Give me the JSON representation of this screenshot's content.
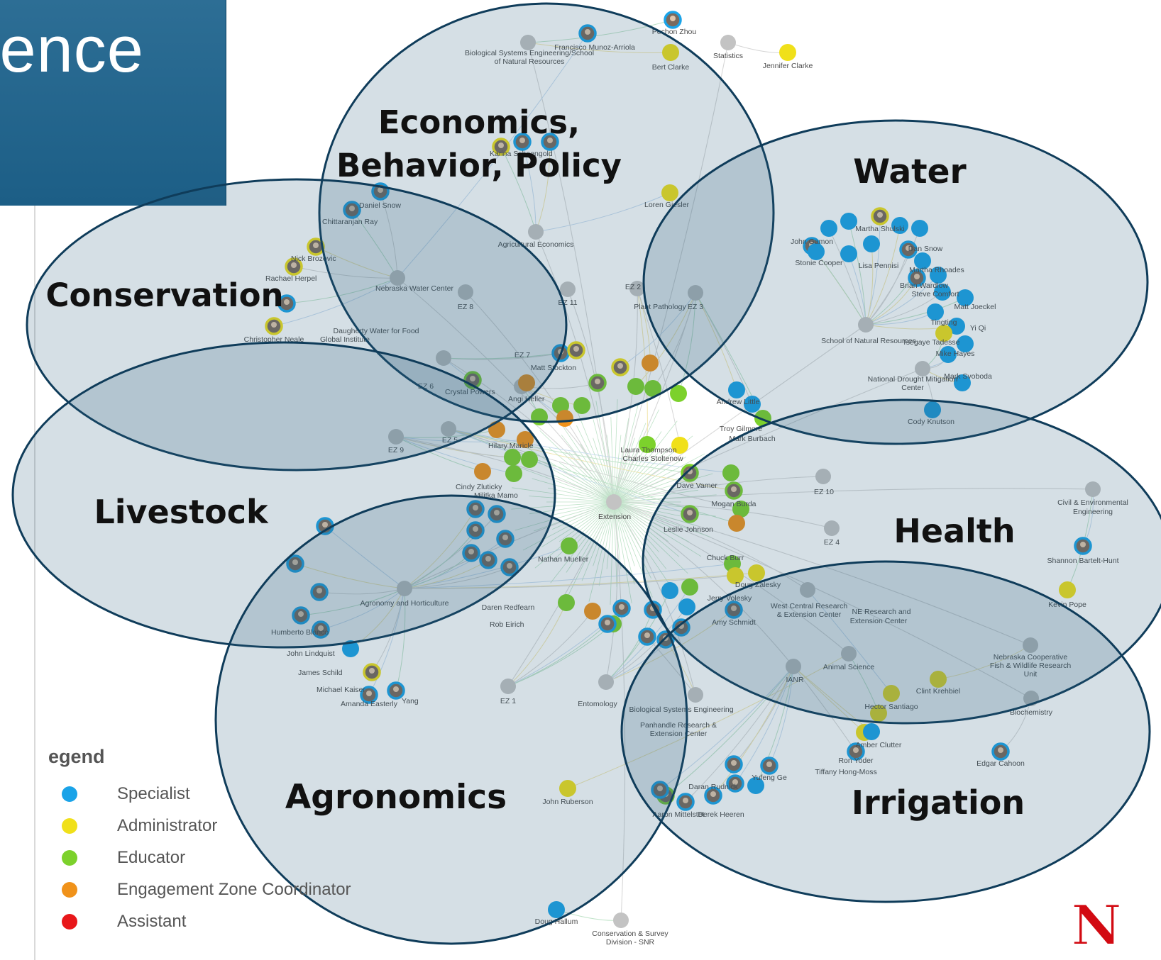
{
  "header": {
    "title": "ience"
  },
  "colors": {
    "specialist": "#1aa3e8",
    "administrator": "#f0e01a",
    "educator": "#7cd12c",
    "coordinator": "#f0921a",
    "assistant": "#e8171a",
    "hub": "#c3c3c3",
    "circle_fill": "#2c5f7f",
    "circle_stroke": "#0f3c5a",
    "banner": "#1c5e86",
    "logo_red": "#d20a12"
  },
  "clusters": [
    {
      "id": "economics",
      "lines": [
        "Economics,",
        "Behavior, Policy"
      ]
    },
    {
      "id": "water",
      "lines": [
        "Water"
      ]
    },
    {
      "id": "conservation",
      "lines": [
        "Conservation"
      ]
    },
    {
      "id": "livestock",
      "lines": [
        "Livestock"
      ]
    },
    {
      "id": "health",
      "lines": [
        "Health"
      ]
    },
    {
      "id": "agronomics",
      "lines": [
        "Agronomics"
      ]
    },
    {
      "id": "irrigation",
      "lines": [
        "Irrigation"
      ]
    }
  ],
  "network_labels": [
    "Pechon Zhou",
    "Francisco Munoz-Arriola",
    "Biological Systems Engineering/School",
    "of Natural Resources",
    "Statistics",
    "Bert Clarke",
    "Jennifer Clarke",
    "Karina Schoengold",
    "Daniel Snow",
    "Chittaranjan Ray",
    "Loren Giesler",
    "Agricultural Economics",
    "Nick Brozovic",
    "Rachael Herpel",
    "Nebraska Water Center",
    "EZ 8",
    "EZ 11",
    "EZ 2",
    "Plant Pathology",
    "EZ 3",
    "Christopher Neale",
    "Daugherty Water for Food",
    "Global Institute",
    "EZ 7",
    "Matt Stockton",
    "Crystal Powers",
    "EZ 6",
    "Angi Heller",
    "EZ 9",
    "EZ 5",
    "Hilary Maricle",
    "Cindy Zluticky",
    "Militka Mamo",
    "Laura Thompson",
    "Charles Stoltenow",
    "Extension",
    "Leslie Johnson",
    "Chuck Burr",
    "Mogan Burda",
    "EZ 10",
    "EZ 4",
    "Civil & Environmental",
    "Engineering",
    "Shannon Bartelt-Hunt",
    "Kevin Pope",
    "Nathan Mueller",
    "Agronomy and Horticulture",
    "Daren Redfearn",
    "Rob Eirich",
    "Humberto Blanco",
    "John Lindquist",
    "James Schild",
    "Michael Kaiser",
    "Amanda Easterly",
    "Yang",
    "EZ 1",
    "Entomology",
    "Biological Systems Engineering",
    "Panhandle Research &",
    "Extension Center",
    "West Central Research",
    "& Extension Center",
    "NE Research and",
    "Extension Center",
    "Amy Schmidt",
    "Jerry Volesky",
    "Doug Zalesky",
    "Animal Science",
    "IANR",
    "Clint Krehbiel",
    "Hector Santiago",
    "Nebraska Cooperative",
    "Fish & Wildlife Research",
    "Unit",
    "Biochemistry",
    "Amber Clutter",
    "Ron Yoder",
    "Tiffany Hong-Moss",
    "Edgar Cahoon",
    "John Ruberson",
    "Yufeng Ge",
    "Daran Rudnick",
    "Aaron Mittelstet",
    "Derek Heeren",
    "Doug Hallum",
    "Conservation & Survey",
    "Division - SNR",
    "John Gamon",
    "Stonie Cooper",
    "School of Natural Resources",
    "Tsegaye Tadesse",
    "Mike Hayes",
    "Mark Svoboda",
    "Cody Knutson",
    "National Drought Mitigation",
    "Center",
    "Andrew Little",
    "Troy Gilmore",
    "Mark Burbach",
    "Dave Vamer",
    "Matt Joeckel",
    "Steve Comfort",
    "Brian Wardlow",
    "Martha Shulski",
    "Yi Qi",
    "Tingting",
    "Lisa Pennisi",
    "Dan Snow",
    "Martha Rhoades"
  ],
  "legend": {
    "title": "egend",
    "items": [
      {
        "label": "Specialist",
        "color": "#1aa3e8"
      },
      {
        "label": "Administrator",
        "color": "#f0e01a"
      },
      {
        "label": "Educator",
        "color": "#7cd12c"
      },
      {
        "label": "Engagement Zone Coordinator",
        "color": "#f0921a"
      },
      {
        "label": "Assistant",
        "color": "#e8171a"
      }
    ]
  },
  "logo": {
    "letter": "N"
  }
}
